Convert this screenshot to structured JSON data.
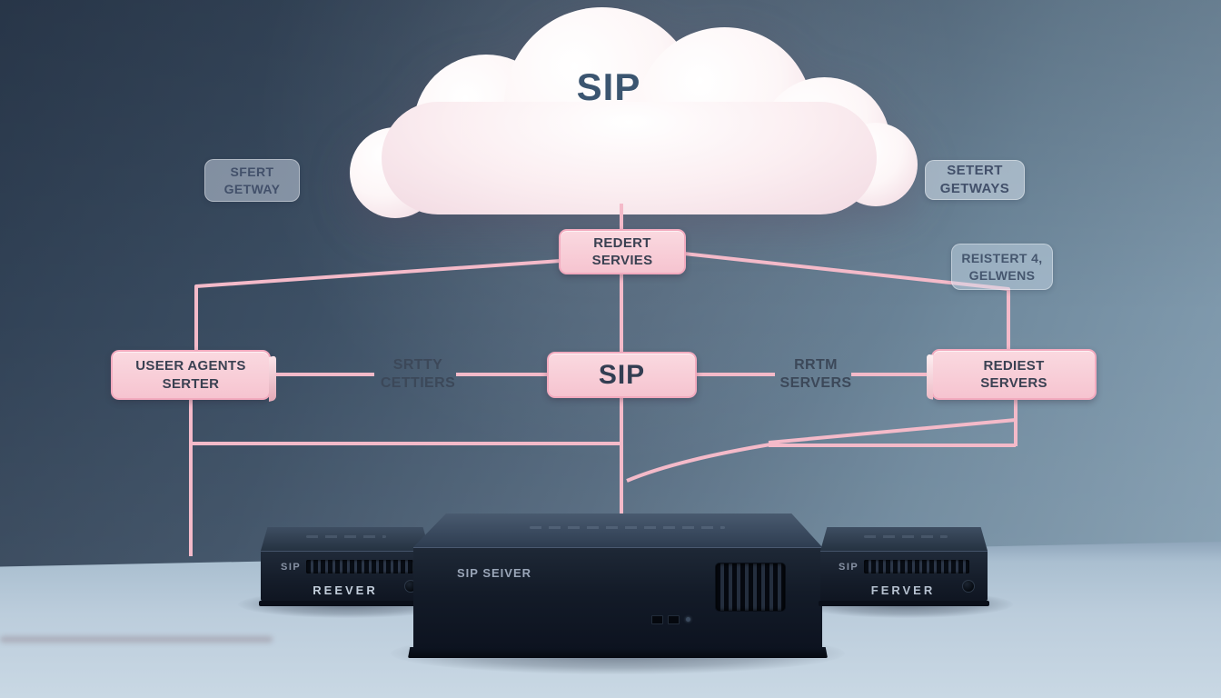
{
  "cloud": {
    "label": "SIP"
  },
  "badges": {
    "left_gateway": {
      "label": "SFERT\nGETWAY"
    },
    "right_gateway": {
      "label": "SETERT\nGETWAYS"
    },
    "register_gateways": {
      "label": "REISTERT 4,\nGELWENS"
    }
  },
  "nodes": {
    "redirect_services": {
      "label": "REDERT\nSERVIES"
    },
    "user_agents": {
      "label": "USEER AGENTS\nSERTER"
    },
    "sip_core": {
      "label": "SIP"
    },
    "rediest_servers": {
      "label": "REDIEST\nSERVERS"
    }
  },
  "floating_labels": {
    "srtty_cettiers": {
      "label": "SRTTY\nCETTIERS"
    },
    "rrtm_servers": {
      "label": "RRTM\nSERVERS"
    }
  },
  "servers": {
    "left": {
      "tag": "SIP",
      "label": "REEVER"
    },
    "center": {
      "label": "SIP SEIVER"
    },
    "right": {
      "tag": "SIP",
      "label": "FERVER"
    }
  },
  "colors": {
    "line_pink": "#f4bac9",
    "node_pink": "#f6c4d0",
    "node_border_pink": "#f2aabe",
    "wall_dark": "#2e3e52",
    "wall_light": "#87a1b4",
    "floor": "#bccddc",
    "server_body": "#151d2a",
    "cloud_text": "#3b5570",
    "diagram_text": "#3a4152"
  }
}
